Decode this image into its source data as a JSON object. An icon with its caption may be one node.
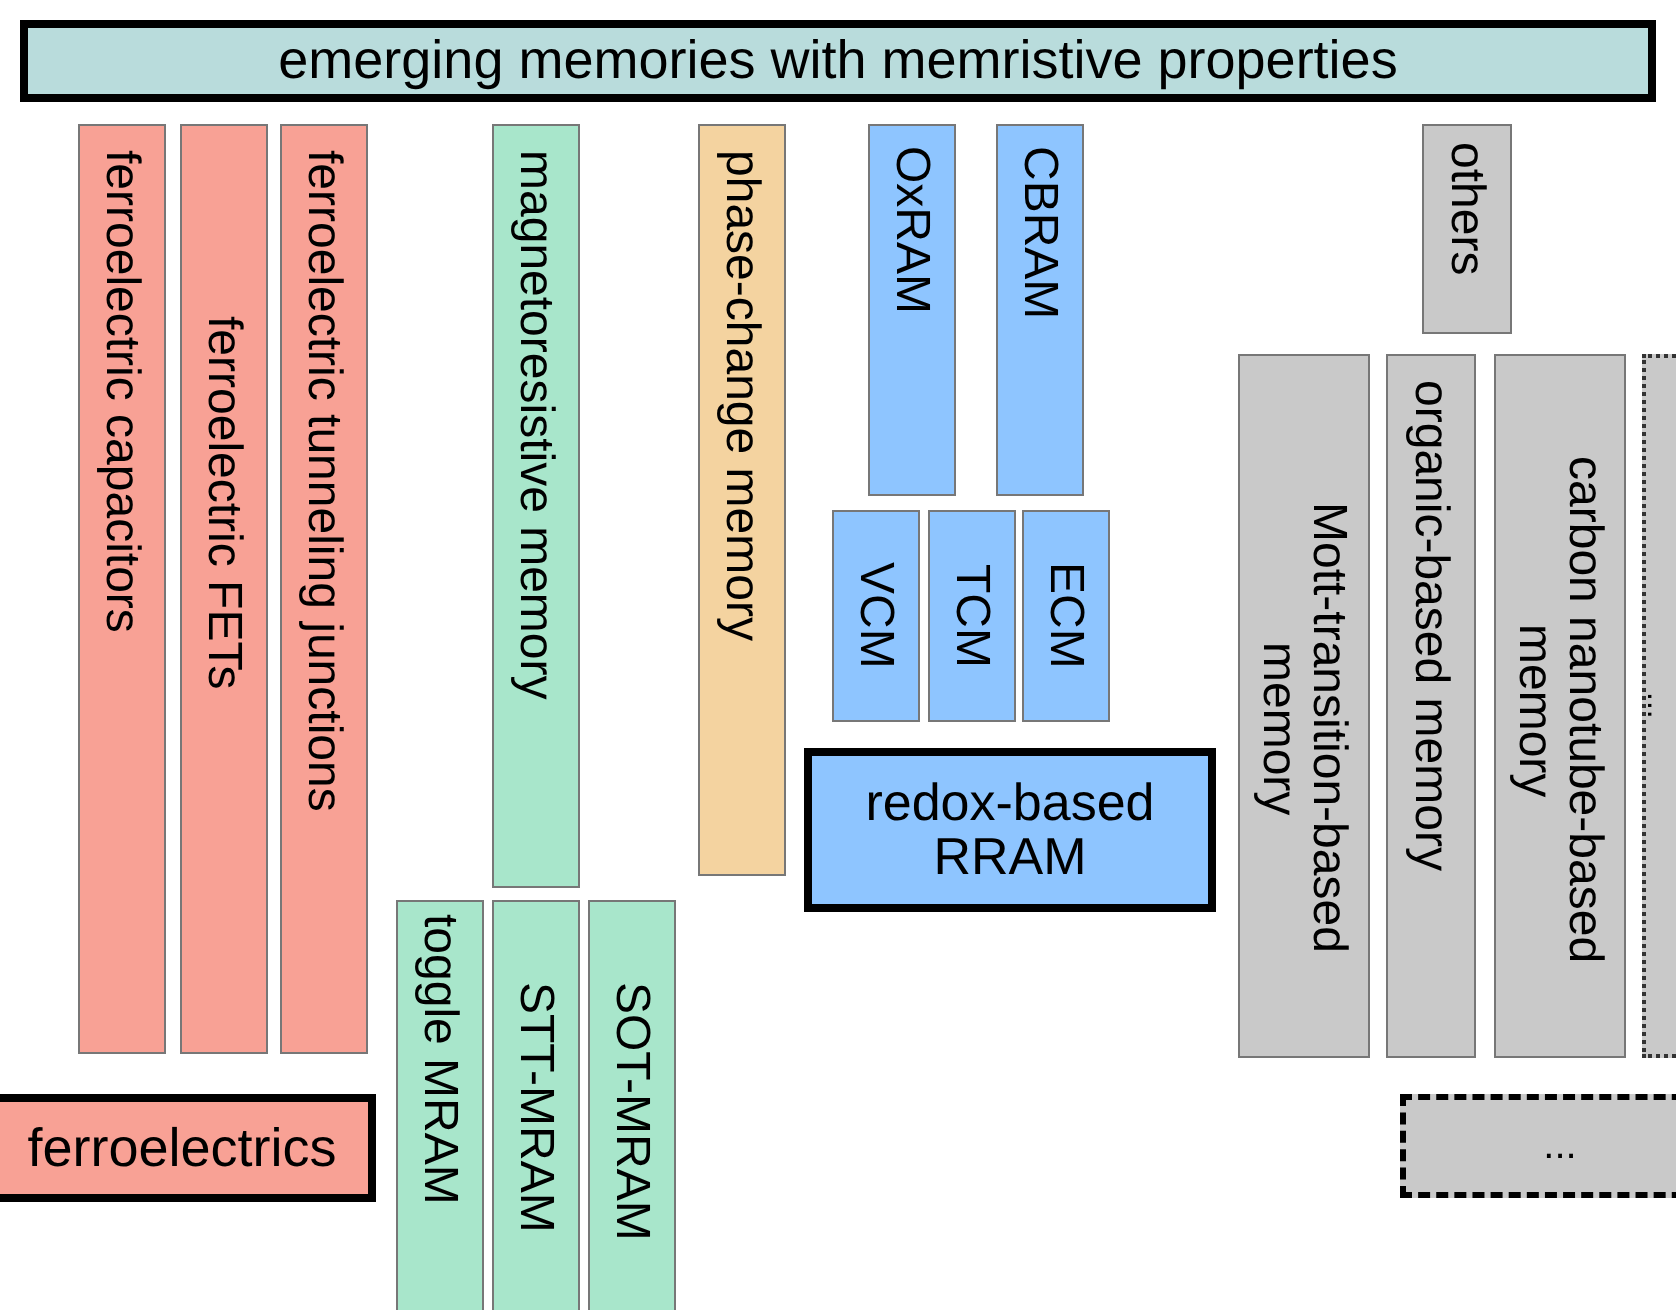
{
  "diagram": {
    "nodes": [
      {
        "text": [
          "emerging memories with memristive properties"
        ]
      },
      {
        "text": [
          "ferroelectric capacitors"
        ]
      },
      {
        "text": [
          "ferroelectric FETs"
        ]
      },
      {
        "text": [
          "ferroelectric tunneling junctions"
        ]
      },
      {
        "text": [
          "magnetoresistive memory"
        ]
      },
      {
        "text": [
          "phase-change memory"
        ]
      },
      {
        "text": [
          "OxRAM"
        ]
      },
      {
        "text": [
          "CBRAM"
        ]
      },
      {
        "text": [
          "VCM"
        ]
      },
      {
        "text": [
          "TCM"
        ]
      },
      {
        "text": [
          "ECM"
        ]
      },
      {
        "text": [
          "redox-based RRAM"
        ]
      },
      {
        "text": [
          "others"
        ]
      },
      {
        "text": [
          "Mott-transition-based memory"
        ]
      },
      {
        "text": [
          "organic-based memory"
        ]
      },
      {
        "text": [
          "carbon nanotube-based memory"
        ]
      },
      {
        "text": [
          "..."
        ]
      },
      {
        "text": [
          "ferroelectrics"
        ]
      },
      {
        "text": [
          "toggle MRAM"
        ]
      },
      {
        "text": [
          "STT-MRAM"
        ]
      },
      {
        "text": [
          "SOT-MRAM"
        ]
      },
      {
        "text": [
          "..."
        ]
      }
    ]
  }
}
